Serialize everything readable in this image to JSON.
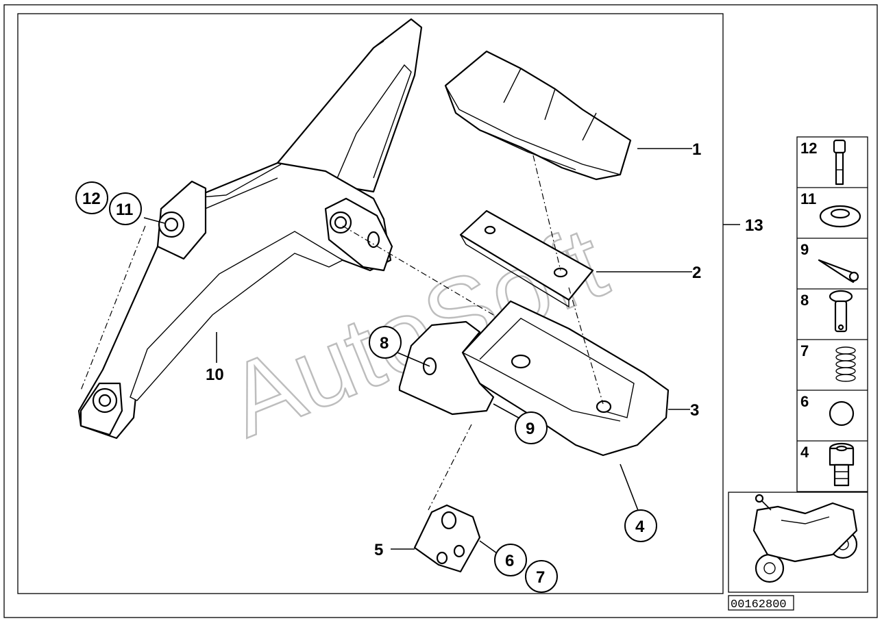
{
  "watermark": "AutoSoft",
  "image_id": "00162800",
  "callouts": {
    "c1": "1",
    "c2": "2",
    "c3": "3",
    "c4": "4",
    "c5": "5",
    "c6": "6",
    "c7": "7",
    "c8": "8",
    "c9": "9",
    "c10": "10",
    "c11": "11",
    "c12": "12",
    "c13": "13"
  },
  "legend": [
    {
      "number": "12",
      "icon": "bolt-icon"
    },
    {
      "number": "11",
      "icon": "washer-icon"
    },
    {
      "number": "9",
      "icon": "cotter-pin-icon"
    },
    {
      "number": "8",
      "icon": "clevis-pin-icon"
    },
    {
      "number": "7",
      "icon": "spring-icon"
    },
    {
      "number": "6",
      "icon": "ball-icon"
    },
    {
      "number": "4",
      "icon": "socket-screw-icon"
    }
  ],
  "thumbnail_icon": "motorcycle-icon"
}
